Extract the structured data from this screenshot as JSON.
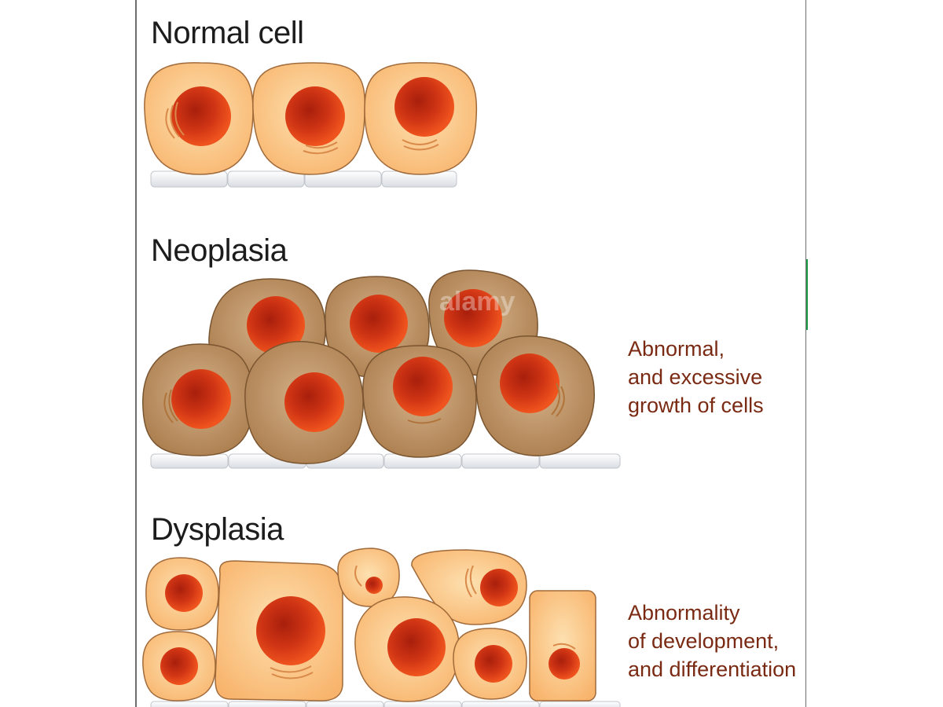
{
  "sections": [
    {
      "title": "Normal cell",
      "description": []
    },
    {
      "title": "Neoplasia",
      "description": [
        "Abnormal,",
        "and excessive",
        "growth of cells"
      ]
    },
    {
      "title": "Dysplasia",
      "description": [
        "Abnormality",
        "of development,",
        "and differentiation"
      ]
    }
  ],
  "watermark": "alamy",
  "colors": {
    "normal_cytoplasm": "#fcc482",
    "neoplasia_cytoplasm": "#c4996a",
    "nucleus": "#d93a16",
    "description_text": "#7a2a12",
    "title_text": "#1c1c1c"
  }
}
